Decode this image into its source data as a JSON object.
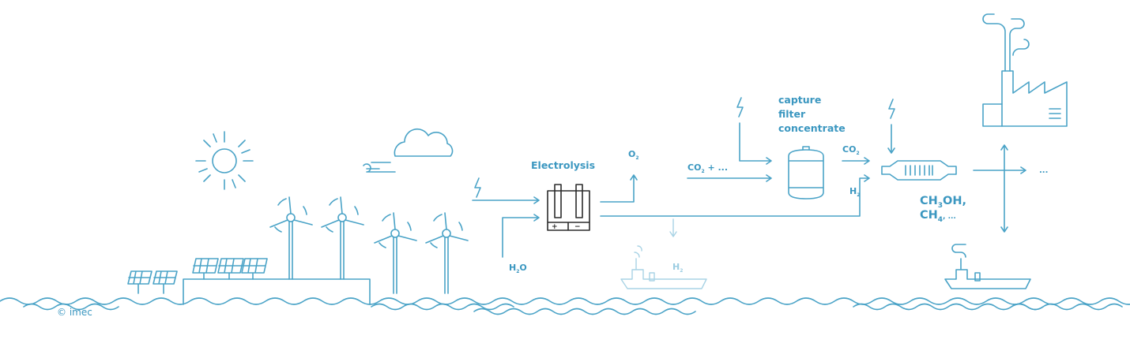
{
  "diagram": {
    "labels": {
      "electrolysis": "Electrolysis",
      "o2_main": "O",
      "o2_sub": "2",
      "h2o_main": "H",
      "h2o_sub": "2",
      "h2o_end": "O",
      "co2_in_main": "CO",
      "co2_in_sub": "2",
      "co2_in_end": " + ...",
      "capture_1": "capture",
      "capture_2": "filter",
      "capture_3": "concentrate",
      "co2_out_main": "CO",
      "co2_out_sub": "2",
      "h2_main": "H",
      "h2_sub": "2",
      "ship_h2_main": "H",
      "ship_h2_sub": "2",
      "product_1_a": "CH",
      "product_1_sub": "3",
      "product_1_b": "OH,",
      "product_2_a": "CH",
      "product_2_sub": "4",
      "product_2_b": ", ...",
      "ellipsis": "...",
      "electrode_plus": "+",
      "electrode_minus": "−"
    },
    "copyright": "© imec"
  },
  "colors": {
    "accent": "#4aa3c7",
    "faint": "#a9d3e5",
    "label": "#3b97c0",
    "electrolyser": "#2b2b2b"
  }
}
